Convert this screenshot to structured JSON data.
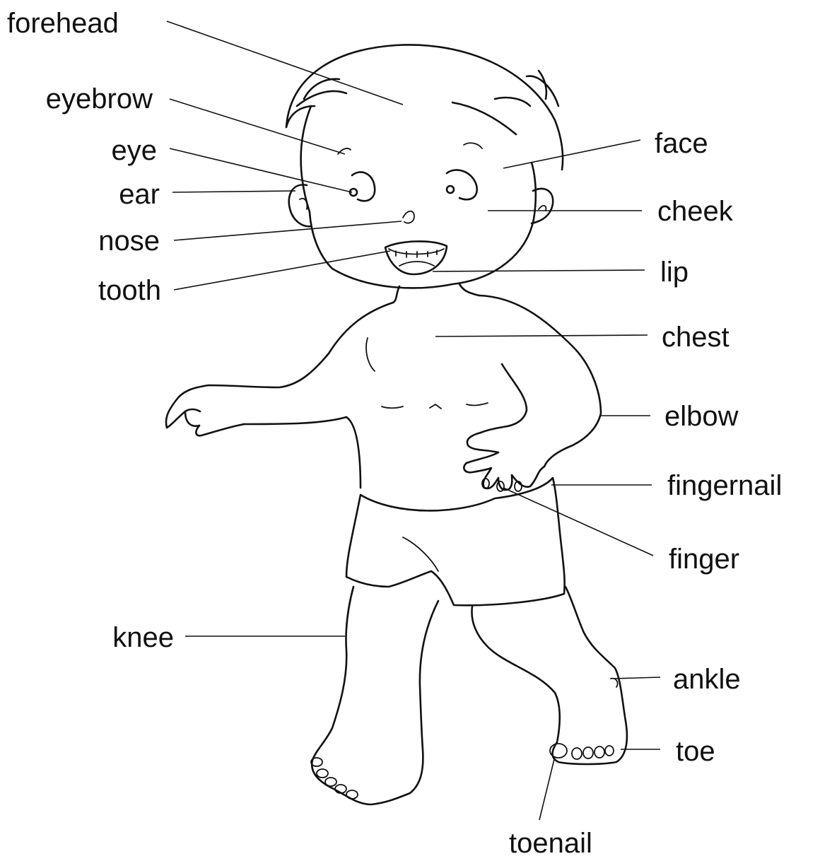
{
  "labels": {
    "forehead": "forehead",
    "eyebrow": "eyebrow",
    "eye": "eye",
    "ear": "ear",
    "nose": "nose",
    "tooth": "tooth",
    "face": "face",
    "cheek": "cheek",
    "lip": "lip",
    "chest": "chest",
    "elbow": "elbow",
    "fingernail": "fingernail",
    "finger": "finger",
    "knee": "knee",
    "ankle": "ankle",
    "toe": "toe",
    "toenail": "toenail"
  }
}
